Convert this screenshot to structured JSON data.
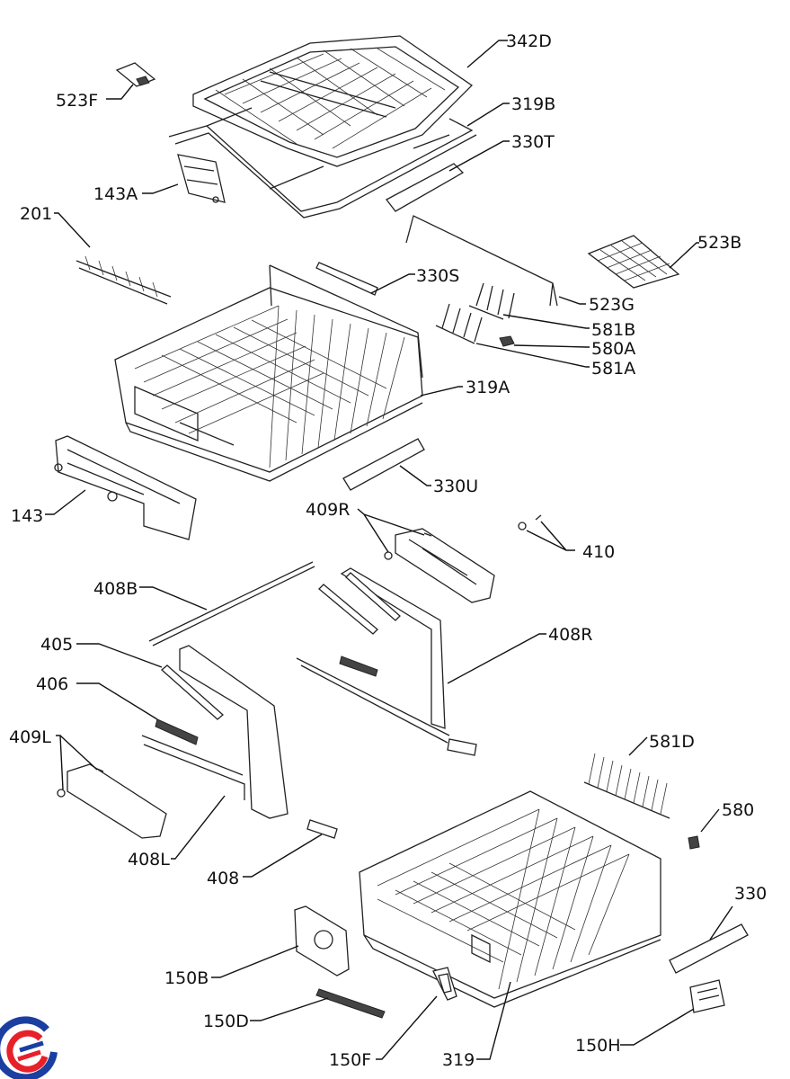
{
  "diagram": {
    "labels": {
      "p342D": "342D",
      "p523F": "523F",
      "p319B": "319B",
      "p330T": "330T",
      "p143A": "143A",
      "p201": "201",
      "p523B": "523B",
      "p330S": "330S",
      "p523G": "523G",
      "p581B": "581B",
      "p580A": "580A",
      "p581A": "581A",
      "p319A": "319A",
      "p330U": "330U",
      "p143": "143",
      "p409R": "409R",
      "p410": "410",
      "p408B": "408B",
      "p408R": "408R",
      "p405": "405",
      "p406": "406",
      "p409L": "409L",
      "p581D": "581D",
      "p580": "580",
      "p408L": "408L",
      "p408": "408",
      "p330": "330",
      "p150B": "150B",
      "p150D": "150D",
      "p150F": "150F",
      "p319": "319",
      "p150H": "150H"
    }
  },
  "logo": {
    "name": "brand-logo",
    "colors": [
      "#1a3fa0",
      "#e8202a"
    ]
  }
}
